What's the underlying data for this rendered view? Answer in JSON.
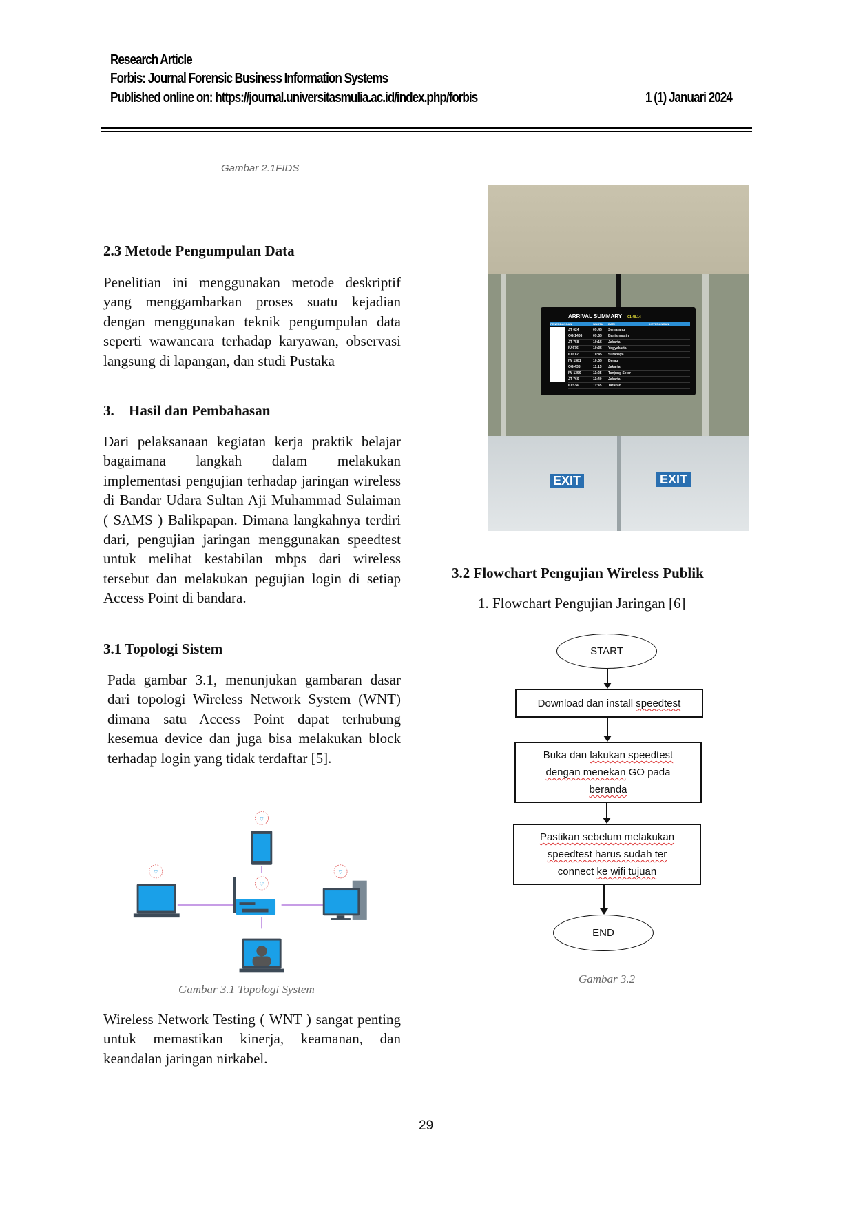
{
  "header": {
    "line1": "Research Article",
    "line2": "Forbis: Journal Forensic Business Information Systems",
    "line3": "Published online on: https://journal.universitasmulia.ac.id/index.php/forbis",
    "issue": "1 (1) Januari 2024"
  },
  "fig21_caption": "Gambar 2.1FIDS",
  "sec23": {
    "title": "2.3 Metode Pengumpulan Data",
    "text": "Penelitian ini menggunakan metode deskriptif yang menggambarkan proses suatu kejadian dengan menggunakan teknik pengumpulan data seperti wawancara terhadap karyawan, observasi langsung di lapangan, dan studi Pustaka"
  },
  "sec3": {
    "number": "3.",
    "title": "Hasil dan Pembahasan",
    "text": "Dari pelaksanaan kegiatan kerja praktik belajar bagaimana langkah dalam melakukan implementasi pengujian terhadap jaringan wireless di Bandar Udara Sultan Aji Muhammad Sulaiman ( SAMS ) Balikpapan. Dimana langkahnya terdiri dari, pengujian jaringan menggunakan speedtest untuk melihat kestabilan mbps dari wireless tersebut dan melakukan pegujian login di setiap Access Point di bandara."
  },
  "sec31": {
    "title": "3.1 Topologi Sistem",
    "text": "Pada gambar 3.1, menunjukan gambaran dasar dari topologi Wireless Network System (WNT) dimana satu Access Point dapat terhubung kesemua device dan juga bisa melakukan block terhadap login yang tidak terdaftar [5].",
    "caption": "Gambar 3.1 Topologi System",
    "after": "Wireless Network Testing ( WNT ) sangat penting untuk memastikan kinerja, keamanan, dan keandalan jaringan nirkabel."
  },
  "photo": {
    "screen_title": "ARRIVAL SUMMARY",
    "screen_time": "01.48.14",
    "columns": [
      "PENERBANGAN",
      "WAKTU",
      "DARI",
      "KETERANGAN"
    ],
    "rows": [
      [
        "JT 624",
        "09:45",
        "Semarang"
      ],
      [
        "QG 1408",
        "09:55",
        "Banjarmasin"
      ],
      [
        "JT 758",
        "10:15",
        "Jakarta"
      ],
      [
        "IU 676",
        "10:35",
        "Yogyakarta"
      ],
      [
        "IU 612",
        "10:45",
        "Surabaya"
      ],
      [
        "IW 1381",
        "10:55",
        "Berau"
      ],
      [
        "QG 438",
        "11:15",
        "Jakarta"
      ],
      [
        "IW 1359",
        "11:25",
        "Tanjung Selor"
      ],
      [
        "JT 760",
        "11:40",
        "Jakarta"
      ],
      [
        "IU 534",
        "11:45",
        "Tarakan"
      ]
    ],
    "exit_left": "EXIT",
    "exit_right": "EXIT"
  },
  "sec32": {
    "title": "3.2 Flowchart Pengujian Wireless Publik",
    "subtitle": "1. Flowchart Pengujian Jaringan [6]",
    "start": "START",
    "step1": "Download dan install speedtest",
    "step2": "Buka dan lakukan speedtest dengan menekan GO pada beranda",
    "step3": "Pastikan sebelum melakukan speedtest harus sudah ter connect ke wifi tujuan",
    "end": "END",
    "caption": "Gambar 3.2"
  },
  "page_number": "29"
}
